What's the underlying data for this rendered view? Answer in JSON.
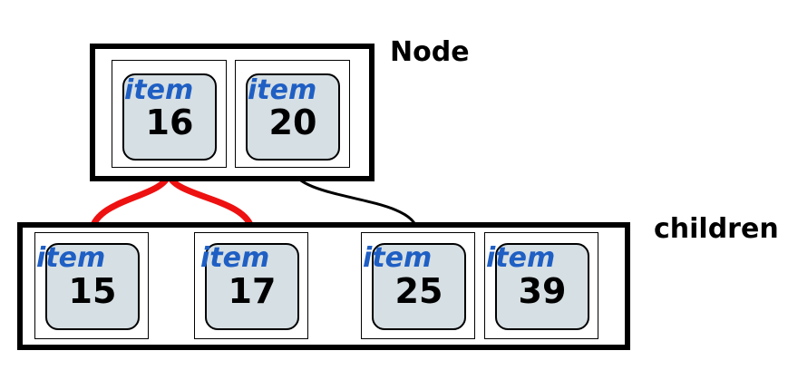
{
  "labels": {
    "node": "Node",
    "children": "children"
  },
  "node_items": [
    {
      "label": "item",
      "value": "16"
    },
    {
      "label": "item",
      "value": "20"
    }
  ],
  "child_items": [
    {
      "label": "item",
      "value": "15"
    },
    {
      "label": "item",
      "value": "17"
    },
    {
      "label": "item",
      "value": "25"
    },
    {
      "label": "item",
      "value": "39"
    }
  ],
  "colors": {
    "highlight_link": "#ee1111",
    "link": "#000000",
    "item_label": "#1f5fc4",
    "card_fill": "#d6dfe3"
  }
}
